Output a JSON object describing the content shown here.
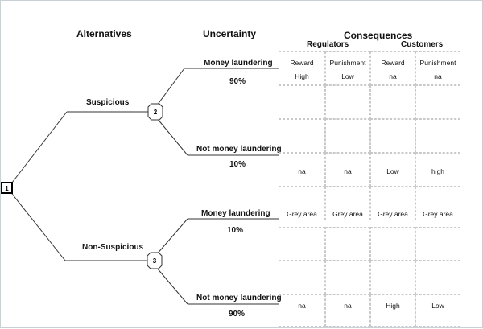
{
  "headers": {
    "alternatives": "Alternatives",
    "uncertainty": "Uncertainty",
    "consequences": "Consequences",
    "regulators": "Regulators",
    "customers": "Customers"
  },
  "nodes": {
    "decision": "1",
    "chance_suspicious": "2",
    "chance_non_suspicious": "3"
  },
  "alternatives": [
    "Suspicious",
    "Non-Suspicious"
  ],
  "outcomes": [
    {
      "label": "Money laundering",
      "probability": "90%"
    },
    {
      "label": "Not money laundering",
      "probability": "10%"
    },
    {
      "label": "Money laundering",
      "probability": "10%"
    },
    {
      "label": "Not money laundering",
      "probability": "90%"
    }
  ],
  "columns": [
    "Reward",
    "Punishment",
    "Reward",
    "Punishment"
  ],
  "rows": [
    [
      "High",
      "Low",
      "na",
      "na"
    ],
    [
      "",
      "",
      "",
      ""
    ],
    [
      "",
      "",
      "",
      ""
    ],
    [
      "na",
      "na",
      "Low",
      "high"
    ],
    [
      "",
      "",
      "",
      ""
    ],
    [
      "Grey area",
      "Grey area",
      "Grey area",
      "Grey area"
    ],
    [
      "",
      "",
      "",
      ""
    ],
    [
      "",
      "",
      "",
      ""
    ],
    [
      "na",
      "na",
      "High",
      "Low"
    ]
  ]
}
